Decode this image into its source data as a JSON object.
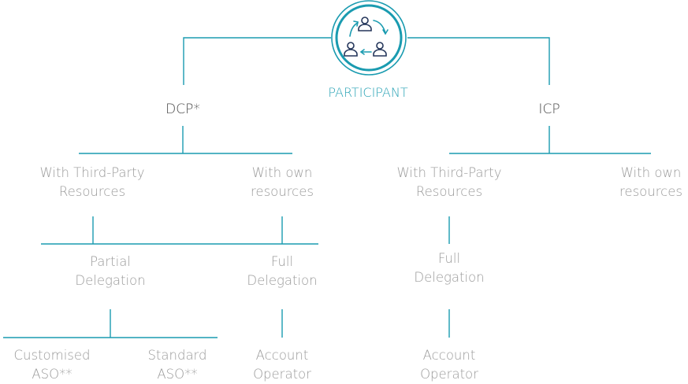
{
  "root": {
    "label": "PARTICIPANT",
    "icon": "people-cycle-icon",
    "accent": "#1a9bb0"
  },
  "branches": {
    "dcp": "DCP*",
    "icp": "ICP"
  },
  "nodes": {
    "dcp_third_party": "With Third-Party\nResources",
    "dcp_own": "With own\nresources",
    "icp_third_party": "With Third-Party\nResources",
    "icp_own": "With own\nresources",
    "dcp_partial": "Partial\nDelegation",
    "dcp_full": "Full\nDelegation",
    "icp_full": "Full\nDelegation",
    "customised_aso": "Customised\nASO**",
    "standard_aso": "Standard\nASO**",
    "dcp_account_operator": "Account\nOperator",
    "icp_account_operator": "Account\nOperator"
  },
  "colors": {
    "line": "#1a9bb0",
    "text_muted": "#9a9a9a",
    "text_dark": "#4a4a4a"
  }
}
